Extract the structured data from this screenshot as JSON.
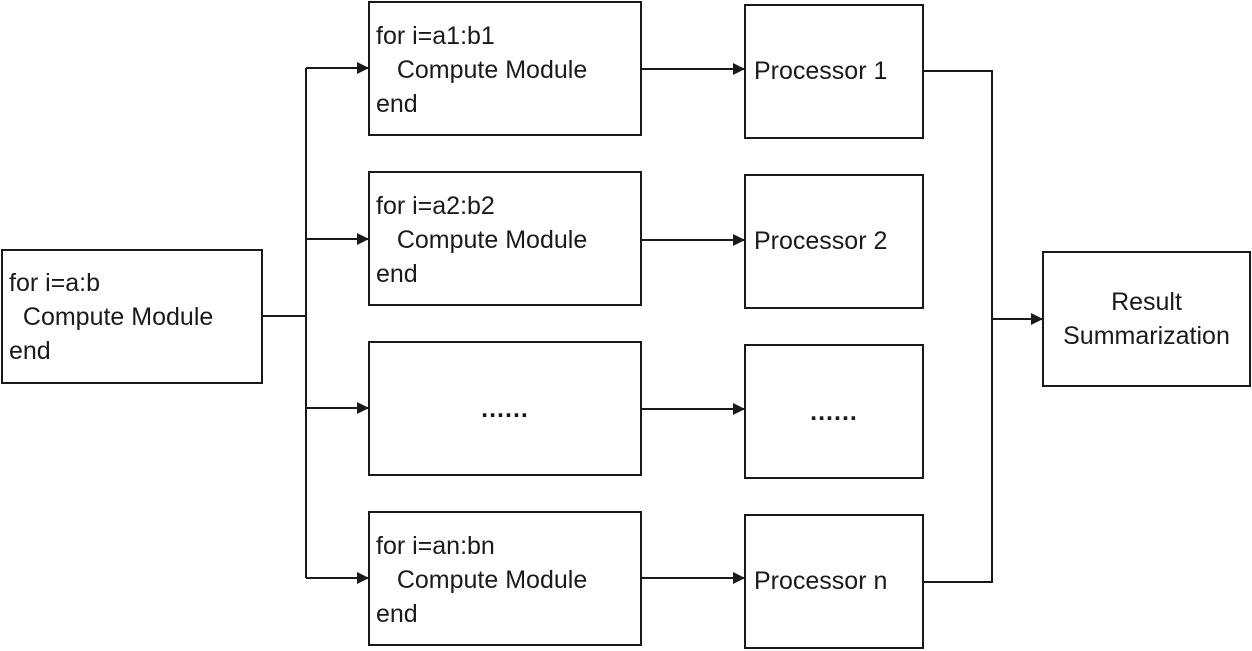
{
  "source_box": {
    "line1": "for i=a:b",
    "line2": "  Compute Module",
    "line3": "end"
  },
  "modules": [
    {
      "line1": "for i=a1:b1",
      "line2": "   Compute Module",
      "line3": "end"
    },
    {
      "line1": "for i=a2:b2",
      "line2": "   Compute Module",
      "line3": "end"
    },
    {
      "ellipsis": "......"
    },
    {
      "line1": "for i=an:bn",
      "line2": "   Compute Module",
      "line3": "end"
    }
  ],
  "processors": [
    {
      "label": "Processor 1"
    },
    {
      "label": "Processor 2"
    },
    {
      "label": "......"
    },
    {
      "label": "Processor n"
    }
  ],
  "result": {
    "line1": "Result",
    "line2": "Summarization"
  }
}
